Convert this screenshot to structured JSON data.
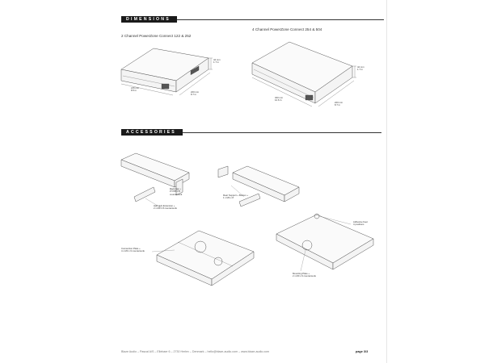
{
  "sections": {
    "dimensions": "DIMENSIONS",
    "accessories": "ACCESSORIES"
  },
  "dimensions": {
    "two_channel_title": "2 Channel PowerZone Connect 122 & 252",
    "four_channel_title": "4 Channel PowerZone Connect 254 & 504",
    "two_channel": {
      "height": "44 mm\n1.7 in",
      "depth": "215 mm\n8.5 in",
      "width": "220 mm\n8.7 in"
    },
    "four_channel": {
      "height": "44 mm\n1.7 in",
      "depth": "320 mm\n12.6 in",
      "width": "220 mm\n8.7 in"
    }
  },
  "accessories": {
    "rack_ear": "Rack Ear +\n2 x M4 x 8\ncountersunk",
    "half_rack": "Half rack Extension +\n2 x M4 x 8 countersunk",
    "rear_support": "Rear Support + Bottom +\n1 x M4 x 8",
    "connection_plate": "Connection Plate +\n4 x M3 x 6 countersunk",
    "adhesive_feet": "Adhesive Feet\n4 positions",
    "mounting_plate": "Mounting Plate +\n2 x M3 x 6 countersunk"
  },
  "footer": {
    "address": "Blaze Audio – Pascal A/S – Ellebaer 6 – 2730 Herlev – Denmark – hello@blaze-audio.com – www.blaze-audio.com",
    "page": "page 3/3"
  },
  "colors": {
    "section_bar": "#1a1a1a",
    "line_art": "#555555"
  }
}
